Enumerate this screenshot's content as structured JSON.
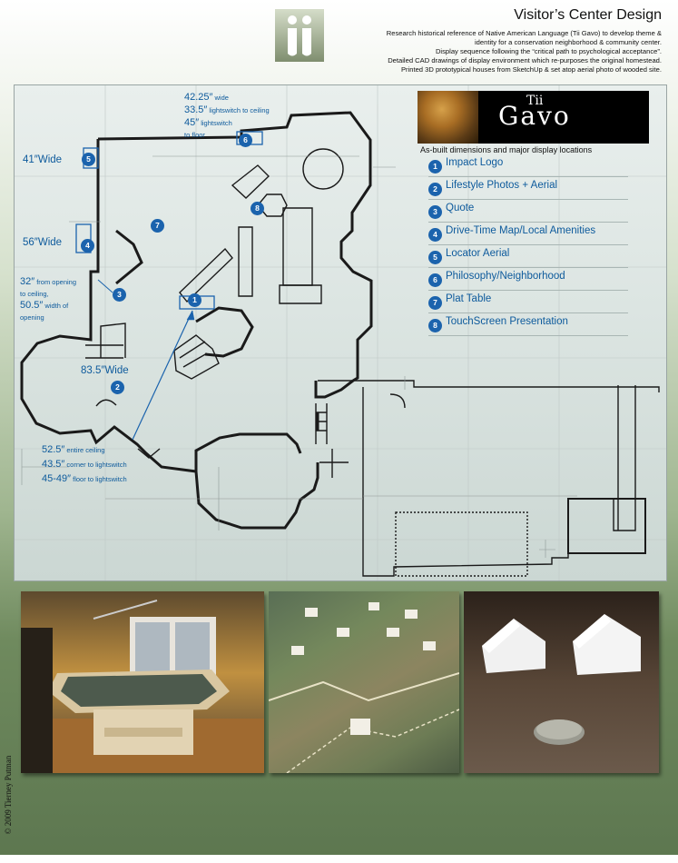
{
  "header": {
    "title": "Visitor’s Center Design",
    "description": [
      "Research historical reference of Native American Language (Tii Gavo) to develop theme &",
      "identity for a conservation neighborhood & community center.",
      "Display sequence following the “critical path to psychological acceptance”.",
      "Detailed CAD drawings of display environment which re-purposes the original homestead.",
      "Printed 3D prototypical houses from SketchUp & set atop aerial photo of wooded site."
    ]
  },
  "brand": {
    "sub": "Tii",
    "name": "Gavo"
  },
  "legend": {
    "caption": "As-built dimensions and major display locations",
    "items": [
      {
        "num": "1",
        "label": "Impact Logo"
      },
      {
        "num": "2",
        "label": "Lifestyle Photos + Aerial"
      },
      {
        "num": "3",
        "label": "Quote"
      },
      {
        "num": "4",
        "label": "Drive-Time Map/Local Amenities"
      },
      {
        "num": "5",
        "label": "Locator Aerial"
      },
      {
        "num": "6",
        "label": "Philosophy/Neighborhood"
      },
      {
        "num": "7",
        "label": "Plat Table"
      },
      {
        "num": "8",
        "label": "TouchScreen Presentation"
      }
    ]
  },
  "dims": {
    "d6_main": "42.25″",
    "d6_main_sm": " wide",
    "d6_b": "33.5″",
    "d6_b_sm": " lightswitch to ceiling",
    "d6_c": "45″",
    "d6_c_sm": " lightswitch",
    "d6_d_sm": "to floor",
    "d5": "41″Wide",
    "d4": "56″Wide",
    "d3_a": "32″",
    "d3_a_sm": " from opening",
    "d3_b_sm": "to ceiling,",
    "d3_c": "50.5″",
    "d3_c_sm": " width of",
    "d3_d_sm": "opening",
    "d2": "83.5″Wide",
    "d1_a": "52.5″",
    "d1_a_sm": " entire ceiling",
    "d1_b": "43.5″",
    "d1_b_sm": " corner to lightswitch",
    "d1_c": "45-49″",
    "d1_c_sm": " floor to lightswitch"
  },
  "markers": {
    "m1": "1",
    "m2": "2",
    "m3": "3",
    "m4": "4",
    "m5": "5",
    "m6": "6",
    "m7": "7",
    "m8": "8"
  },
  "copyright": "© 2009 Tierney Putman",
  "colors": {
    "accent_blue": "#1b63ad",
    "label_blue": "#0d5a9c",
    "wall": "#1a1a1a"
  }
}
